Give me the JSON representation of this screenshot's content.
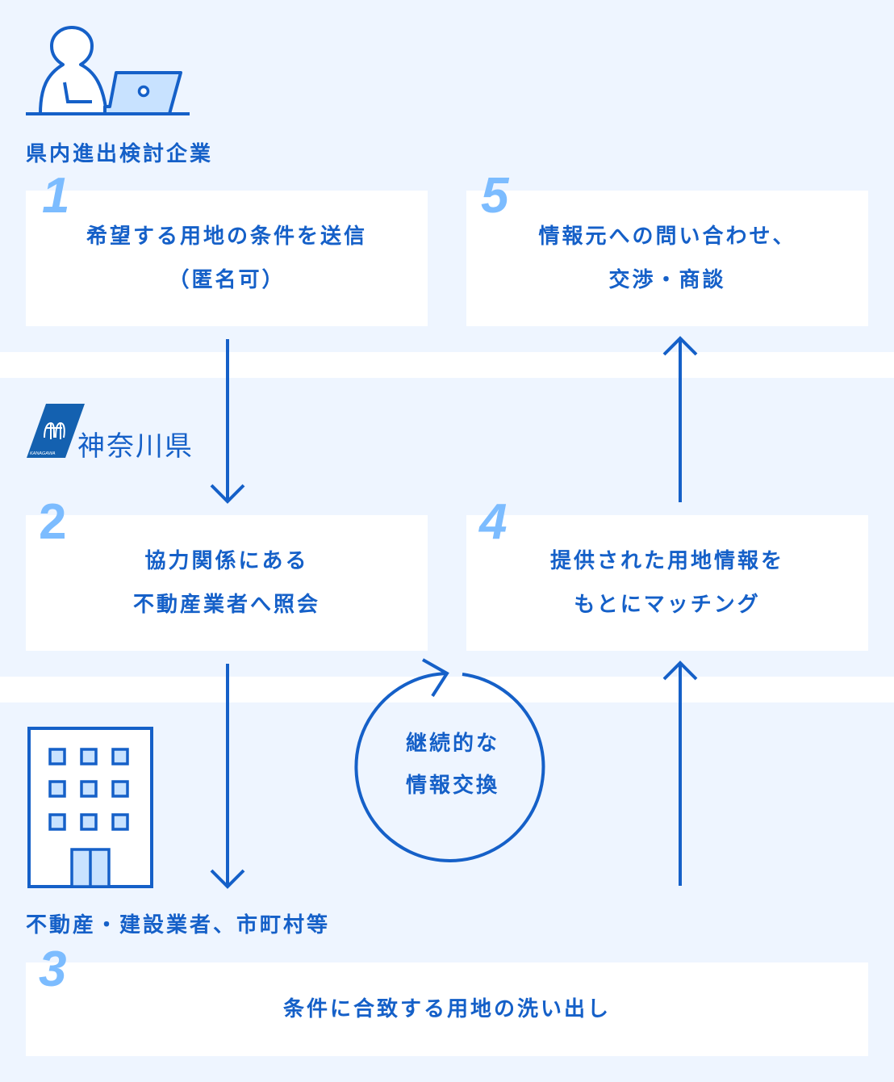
{
  "sections": {
    "company": {
      "label": "県内進出検討企業",
      "icon": "person-laptop-icon"
    },
    "prefecture": {
      "label": "神奈川県",
      "logo": "kanagawa-logo",
      "logo_caption": "KANAGAWA"
    },
    "partners": {
      "label": "不動産・建設業者、市町村等",
      "icon": "building-icon"
    }
  },
  "steps": [
    {
      "number": "1",
      "lines": [
        "希望する用地の条件を送信",
        "（匿名可）"
      ]
    },
    {
      "number": "2",
      "lines": [
        "協力関係にある",
        "不動産業者へ照会"
      ]
    },
    {
      "number": "3",
      "lines": [
        "条件に合致する用地の洗い出し"
      ]
    },
    {
      "number": "4",
      "lines": [
        "提供された用地情報を",
        "もとにマッチング"
      ]
    },
    {
      "number": "5",
      "lines": [
        "情報元への問い合わせ、",
        "交渉・商談"
      ]
    }
  ],
  "cycle": {
    "lines": [
      "継続的な",
      "情報交換"
    ]
  },
  "colors": {
    "primary": "#1560c8",
    "number": "#7cbcff",
    "band": "#eef5ff",
    "box": "#ffffff",
    "icon_fill": "#c8e2ff"
  }
}
